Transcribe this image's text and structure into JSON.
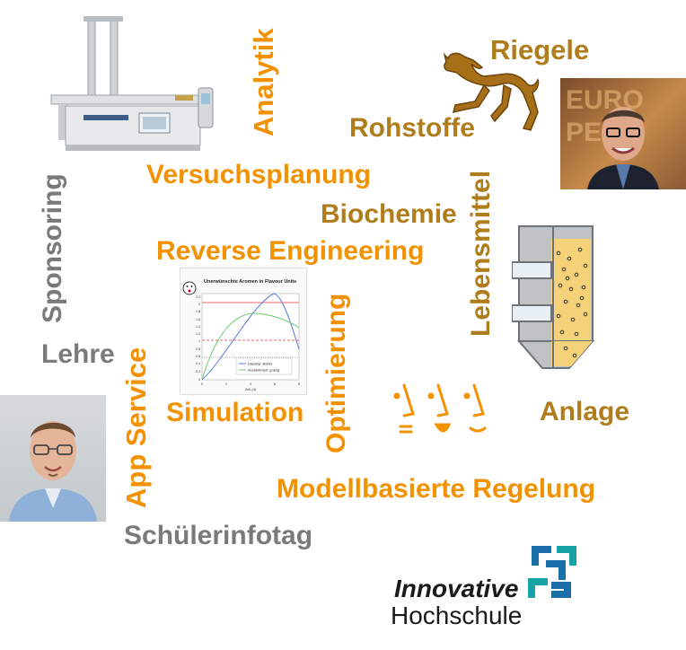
{
  "words": {
    "analytik": "Analytik",
    "riegele": "Riegele",
    "rohstoffe": "Rohstoffe",
    "versuchsplanung": "Versuchsplanung",
    "sponsoring": "Sponsoring",
    "biochemie": "Biochemie",
    "lebensmittel": "Lebensmittel",
    "reverse_engineering": "Reverse Engineering",
    "optimierung": "Optimierung",
    "lehre": "Lehre",
    "app_service": "App Service",
    "simulation": "Simulation",
    "anlage": "Anlage",
    "modellbasierte_regelung": "Modellbasierte Regelung",
    "schuelerinfotag": "Schülerinfotag"
  },
  "chart": {
    "title": "Unerwünschte Aromen in Flavour Units",
    "xlabel": "Zeit (d)",
    "legend": [
      "Diacetyl: Butter",
      "Acetaldehyd: grasig"
    ],
    "yticks": [
      "2.2",
      "2",
      "1.8",
      "1.6",
      "1.4",
      "1.2",
      "1",
      "0.8",
      "0.6",
      "0.4",
      "0.2",
      "0"
    ],
    "xticks": [
      "0",
      "2",
      "4",
      "6",
      "8"
    ]
  },
  "logo": {
    "line1": "Innovative",
    "line2": "Hochschule"
  },
  "colors": {
    "orange": "#f39200",
    "brown": "#b07d1c",
    "gray": "#7a7a7a",
    "logo_blue": "#1b6fa8",
    "logo_teal": "#17a3a3"
  }
}
